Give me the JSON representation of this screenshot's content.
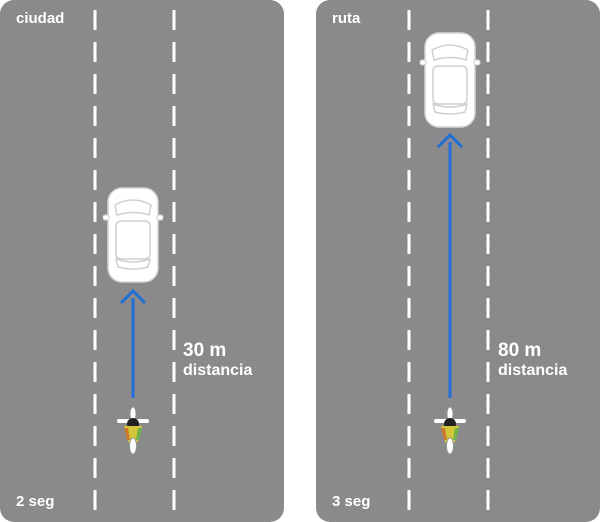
{
  "colors": {
    "road": "#8a8a8c",
    "lane": "#ffffff",
    "arrow": "#1f6fd6"
  },
  "panels": [
    {
      "title": "ciudad",
      "distance": "30 m",
      "distance_word": "distancia",
      "time": "2 seg"
    },
    {
      "title": "ruta",
      "distance": "80 m",
      "distance_word": "distancia",
      "time": "3 seg"
    }
  ],
  "icons": [
    "car-icon",
    "motorcycle-icon",
    "arrow-up-icon"
  ]
}
